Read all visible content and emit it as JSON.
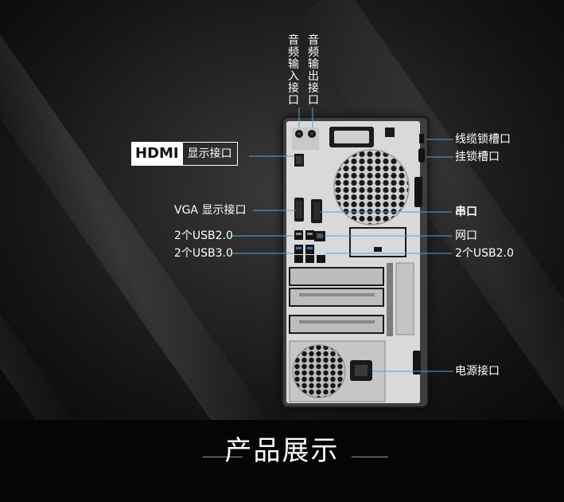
{
  "labels": {
    "audio_in": "音频输入接口",
    "audio_out": "音频输出接口",
    "cable_lock": "线缆锁槽口",
    "padlock": "挂锁槽口",
    "hdmi_word": "HDMI",
    "hdmi_desc": "显示接口",
    "vga": "VGA 显示接口",
    "serial": "串口",
    "network": "网口",
    "usb20_left": "2个USB2.0",
    "usb30_left": "2个USB3.0",
    "usb20_right": "2个USB2.0",
    "power": "电源接口"
  },
  "title": "产品展示",
  "colors": {
    "leader_line": "#4aa8d8",
    "background": "#1e1e1e"
  }
}
